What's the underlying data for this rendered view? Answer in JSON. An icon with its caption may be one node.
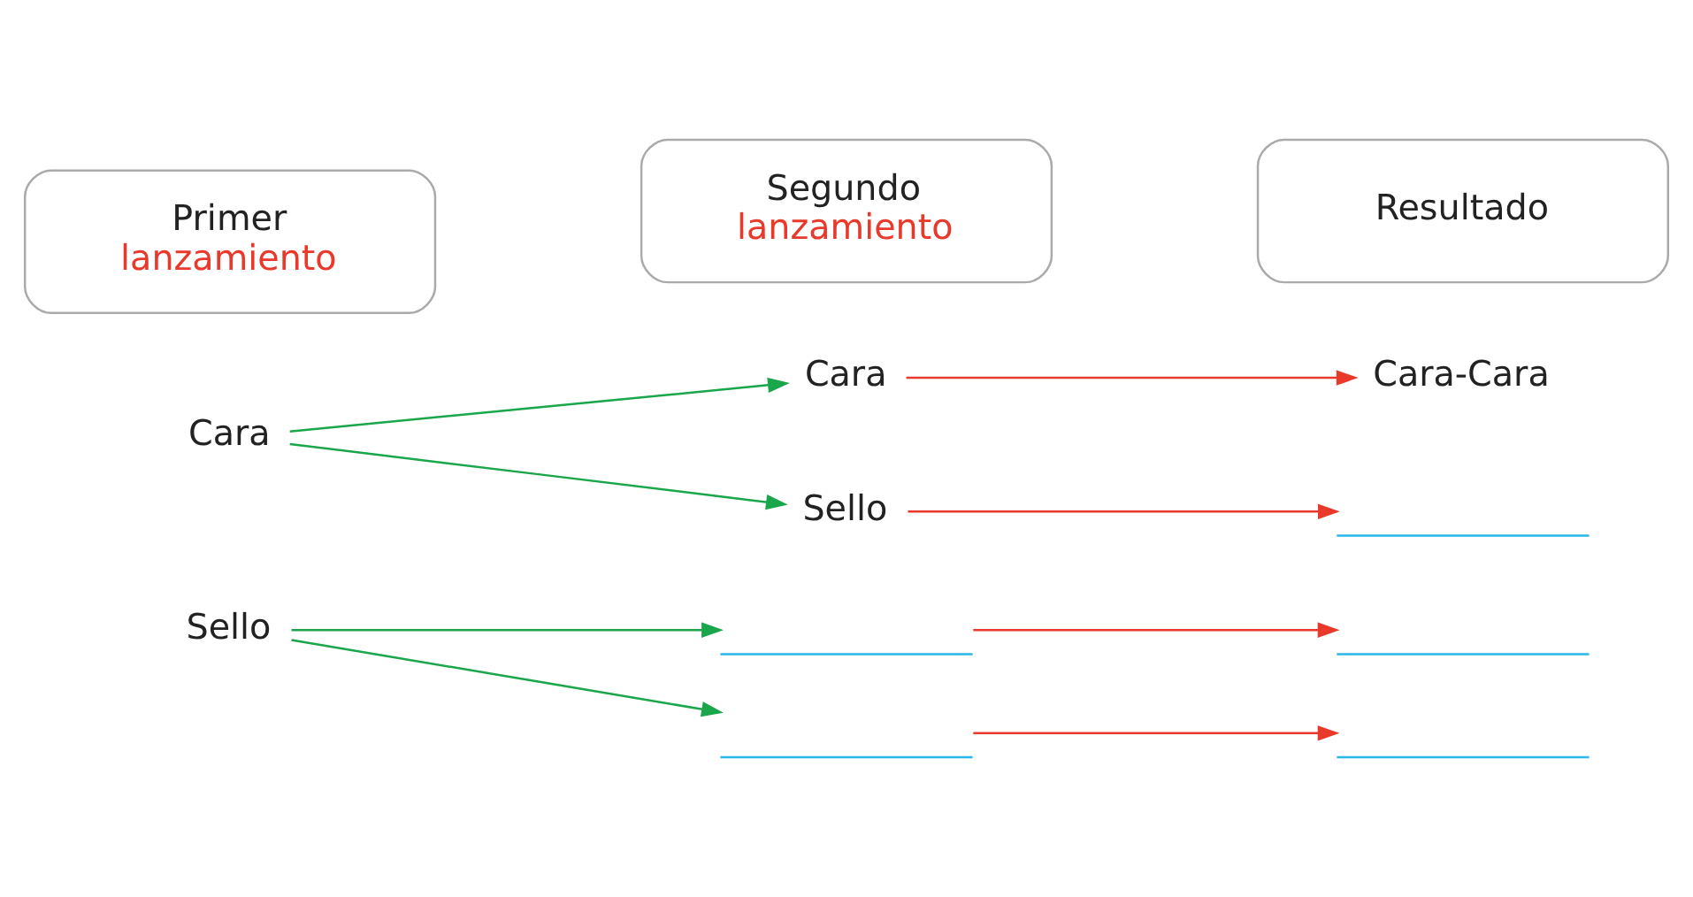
{
  "diagram": {
    "nodes": [
      {
        "text": [
          "Primer",
          "lanzamiento"
        ]
      },
      {
        "text": [
          "Segundo",
          "lanzamiento"
        ]
      },
      {
        "text": [
          "Resultado"
        ]
      },
      {
        "text": [
          "Cara"
        ]
      },
      {
        "text": [
          "Sello"
        ]
      },
      {
        "text": [
          "Cara"
        ]
      },
      {
        "text": [
          "Sello"
        ]
      },
      {
        "text": [],
        "shape": "line"
      },
      {
        "text": [
          "Cara-Cara"
        ]
      },
      {
        "text": [],
        "shape": "line"
      },
      {
        "text": [],
        "shape": "line"
      },
      {
        "text": [],
        "shape": "line"
      },
      {
        "text": [],
        "shape": "line"
      }
    ],
    "edges": [
      {
        "from": 3,
        "to": 5,
        "arrow": "to",
        "color": "#1aa64a"
      },
      {
        "from": 3,
        "to": 6,
        "arrow": "to",
        "color": "#1aa64a"
      },
      {
        "from": 4,
        "to": 7,
        "arrow": "to",
        "color": "#1aa64a"
      },
      {
        "from": 4,
        "to": 11,
        "arrow": "to",
        "color": "#1aa64a"
      },
      {
        "from": 5,
        "to": 8,
        "arrow": "to",
        "color": "#e8392b"
      },
      {
        "from": 6,
        "to": 9,
        "arrow": "to",
        "color": "#e8392b"
      },
      {
        "from": 7,
        "to": 10,
        "arrow": "to",
        "color": "#e8392b"
      },
      {
        "from": 11,
        "to": 12,
        "arrow": "to",
        "color": "#e8392b"
      }
    ]
  }
}
